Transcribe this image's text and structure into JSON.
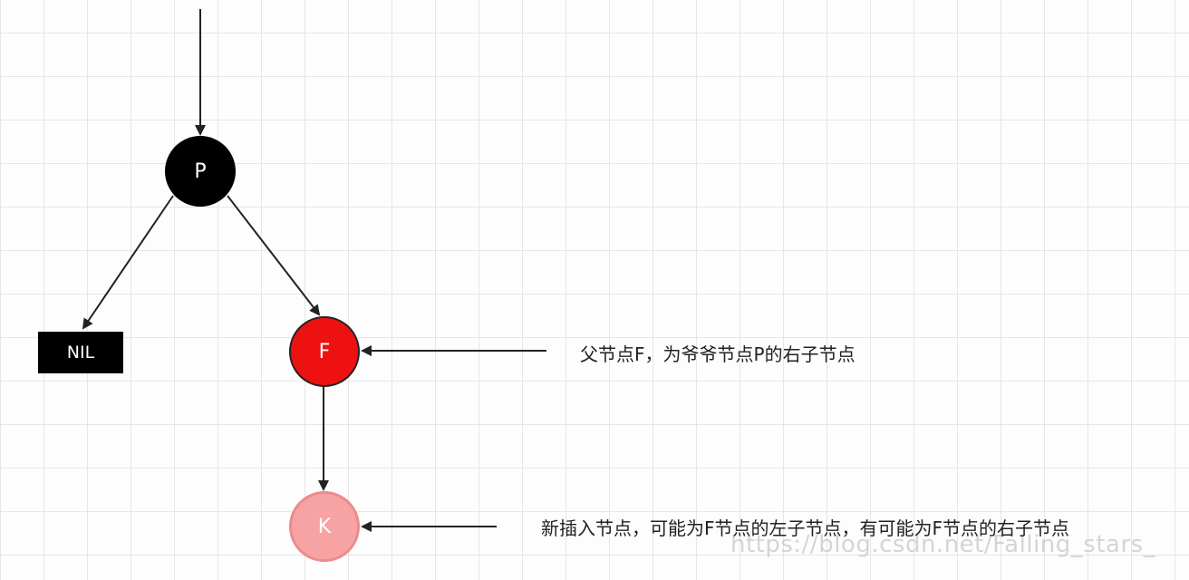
{
  "diagram": {
    "nodes": {
      "p": {
        "label": "P",
        "color": "#000000"
      },
      "f": {
        "label": "F",
        "color": "#ee1111"
      },
      "k": {
        "label": "K",
        "color": "#f7a3a3"
      },
      "nil": {
        "label": "NIL",
        "color": "#000000"
      }
    },
    "annotations": {
      "f_note": "父节点F，为爷爷节点P的右子节点",
      "k_note": "新插入节点，可能为F节点的左子节点，有可能为F节点的右子节点"
    },
    "watermark": "https://blog.csdn.net/Falling_stars_"
  }
}
